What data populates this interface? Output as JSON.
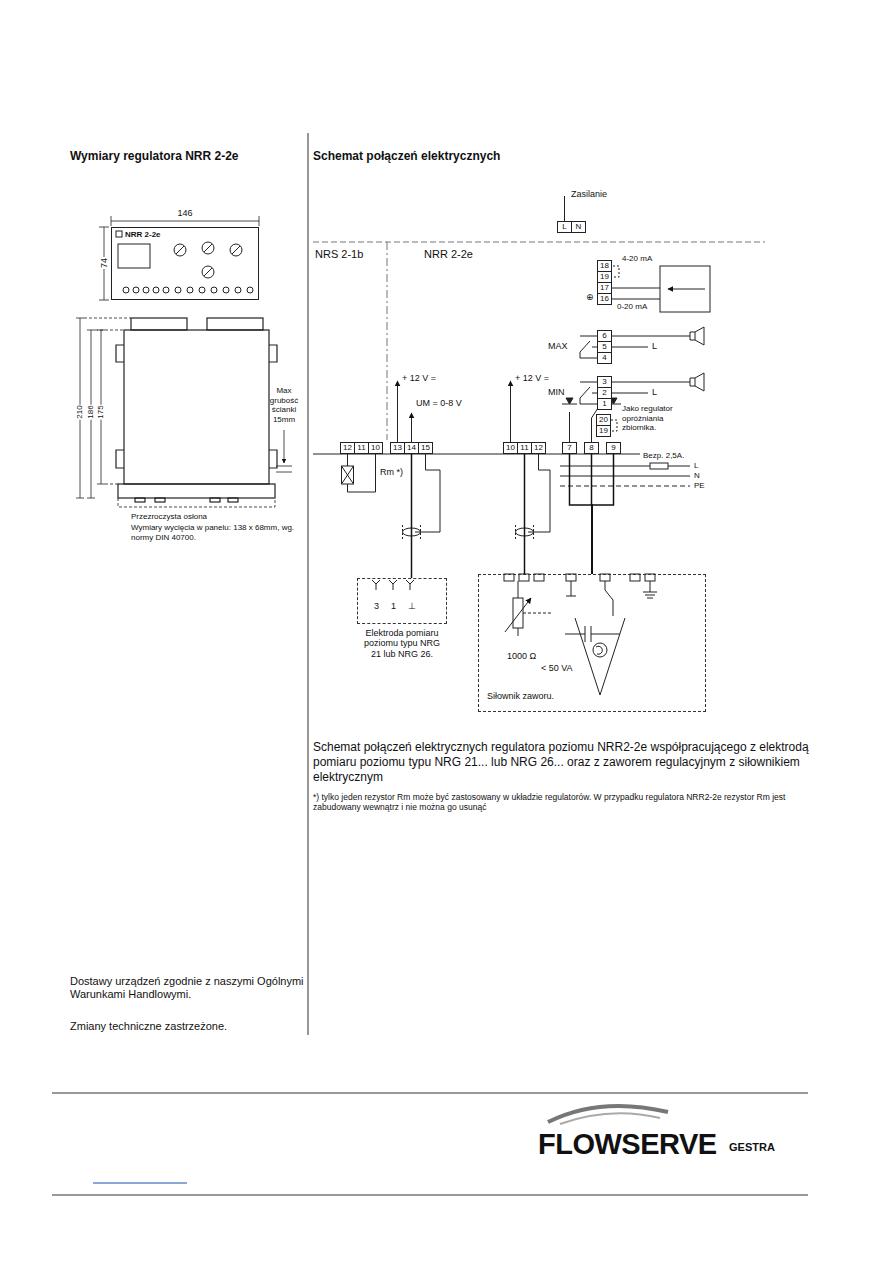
{
  "diagram": {
    "caption": "Schemat połączeń elektrycznych regulatora poziomu NRR2-2e współpracującego z elektrodą pomiaru poziomu typu NRG 21... lub NRG 26... oraz z zaworem regulacyjnym z siłownikiem elektrycznym",
    "nodes": [
      {
        "text": [
          "NRR 2-2e"
        ]
      },
      {
        "text": [
          "L",
          "N"
        ]
      },
      {
        "text": [
          "18",
          "19",
          "17",
          "16"
        ]
      },
      {
        "text": [
          "6",
          "5",
          "4"
        ]
      },
      {
        "text": [
          "3",
          "2",
          "1"
        ]
      },
      {
        "text": [
          "20",
          "19"
        ]
      },
      {
        "text": [
          "12",
          "11",
          "10"
        ]
      },
      {
        "text": [
          "13",
          "14",
          "15"
        ]
      },
      {
        "text": [
          "10",
          "11",
          "12"
        ]
      },
      {
        "text": [
          "7"
        ]
      },
      {
        "text": [
          "8"
        ]
      },
      {
        "text": [
          "9"
        ]
      },
      {
        "text": [
          "3",
          "1",
          "⊥",
          "Elektroda pomiaru poziomu typu NRG 21 lub NRG 26."
        ]
      },
      {
        "text": [
          "1000 Ω",
          "< 50 VA",
          "Siłownik zaworu."
        ]
      }
    ],
    "edges": [
      {
        "from": 7,
        "to": 12,
        "arrow": "none"
      },
      {
        "from": 8,
        "to": 13,
        "arrow": "none"
      },
      {
        "from": 9,
        "to": 13,
        "arrow": "none"
      },
      {
        "from": 10,
        "to": 13,
        "arrow": "none"
      },
      {
        "from": 11,
        "to": 13,
        "arrow": "none"
      }
    ],
    "labels": [
      "Wymiary regulatora NRR 2-2e",
      "146",
      "74",
      "210",
      "186",
      "175",
      "Max grubość ścianki 15mm",
      "Przezroczysta osłona",
      "Wymiary wycięcia w panelu: 138 x 68mm, wg. normy DIN 40700.",
      "Dostawy urządzeń zgodnie z naszymi Ogólnymi Warunkami Handlowymi.",
      "Zmiany techniczne zastrzeżone.",
      "Schemat połączeń elektrycznych",
      "Zasilanie",
      "NRS 2-1b",
      "NRR 2-2e",
      "4-20 mA",
      "0-20 mA",
      "⊕",
      "MAX",
      "L",
      "MIN",
      "L",
      "Jako regulator opróżniania zbiornika.",
      "+ 12 V =",
      "UM = 0-8 V",
      "+ 12 V =",
      "Rm *)",
      "Bezp. 2,5A.",
      "L",
      "N",
      "PE",
      "*) tylko jeden rezystor Rm może być zastosowany w układzie regulatorów. W przypadku regulatora NRR2-2e rezystor Rm jest zabudowany wewnątrz i nie można go usunąć",
      "FLOWSERVE",
      "GESTRA"
    ]
  }
}
